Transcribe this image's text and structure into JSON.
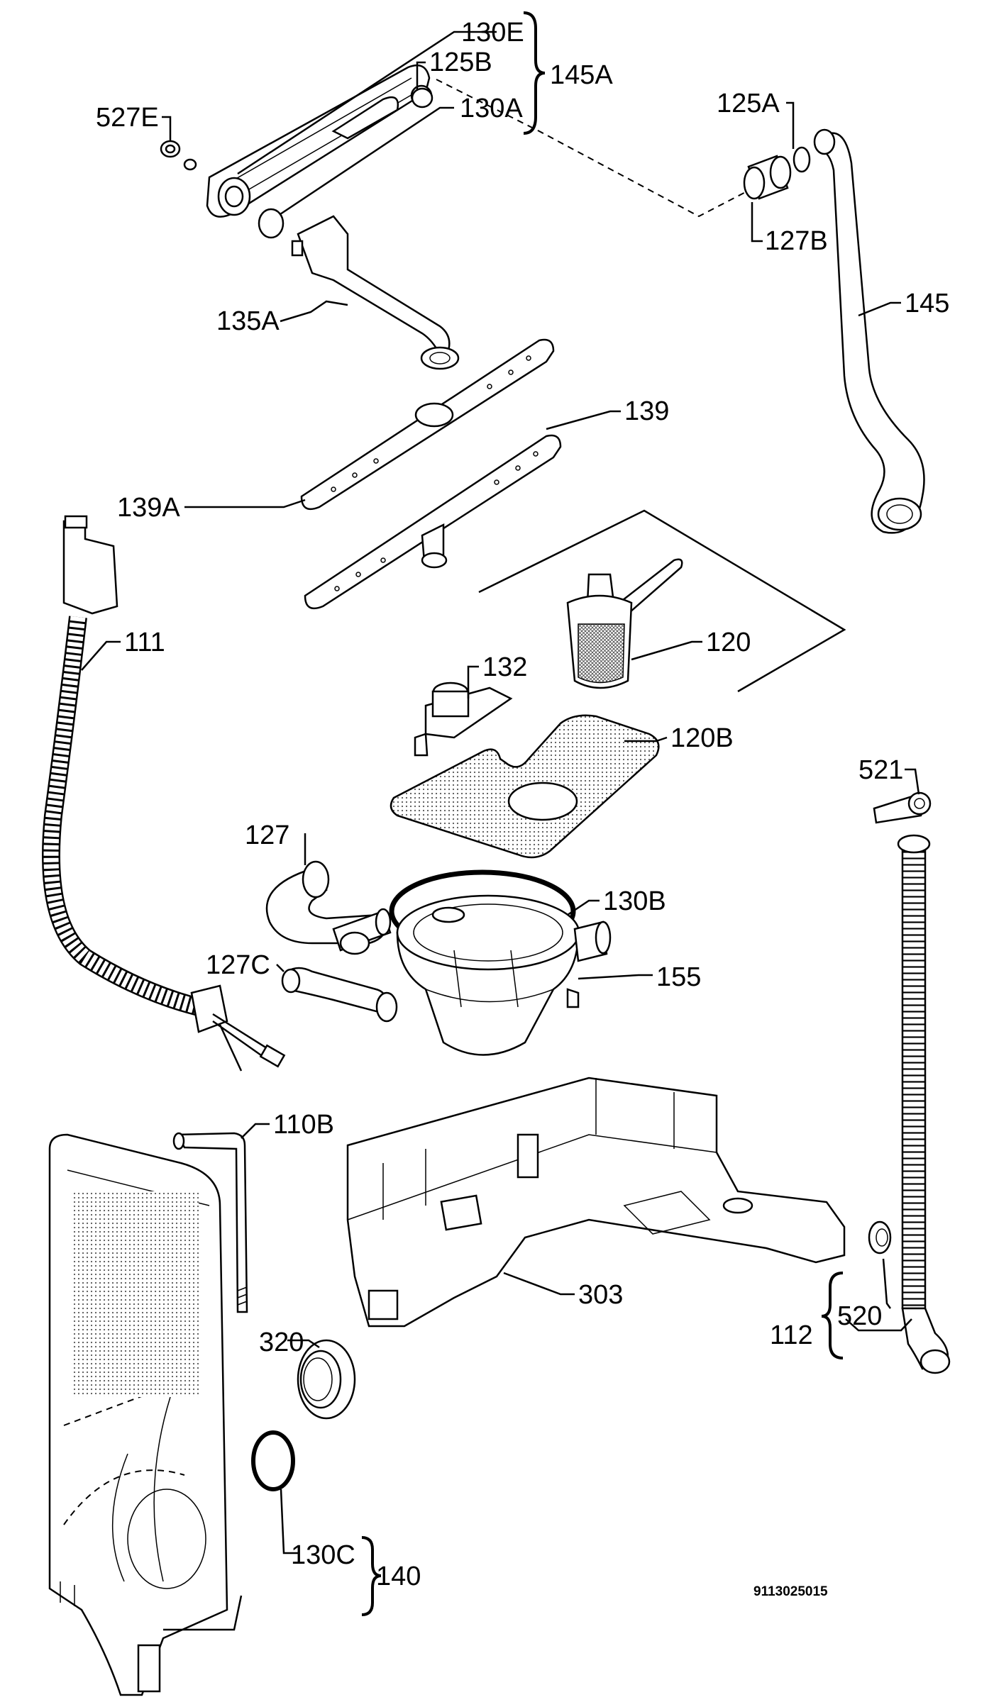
{
  "diagram": {
    "code": "9113025015",
    "labels": {
      "l130e": "130E",
      "l125b": "125B",
      "l145a": "145A",
      "l130a": "130A",
      "l527e": "527E",
      "l125a": "125A",
      "l127b": "127B",
      "l145": "145",
      "l135a": "135A",
      "l139": "139",
      "l139a": "139A",
      "l111": "111",
      "l120": "120",
      "l132": "132",
      "l120b": "120B",
      "l521": "521",
      "l127": "127",
      "l130b": "130B",
      "l127c": "127C",
      "l155": "155",
      "l110b": "110B",
      "l303": "303",
      "l520": "520",
      "l112": "112",
      "l320": "320",
      "l130c": "130C",
      "l140": "140"
    }
  }
}
